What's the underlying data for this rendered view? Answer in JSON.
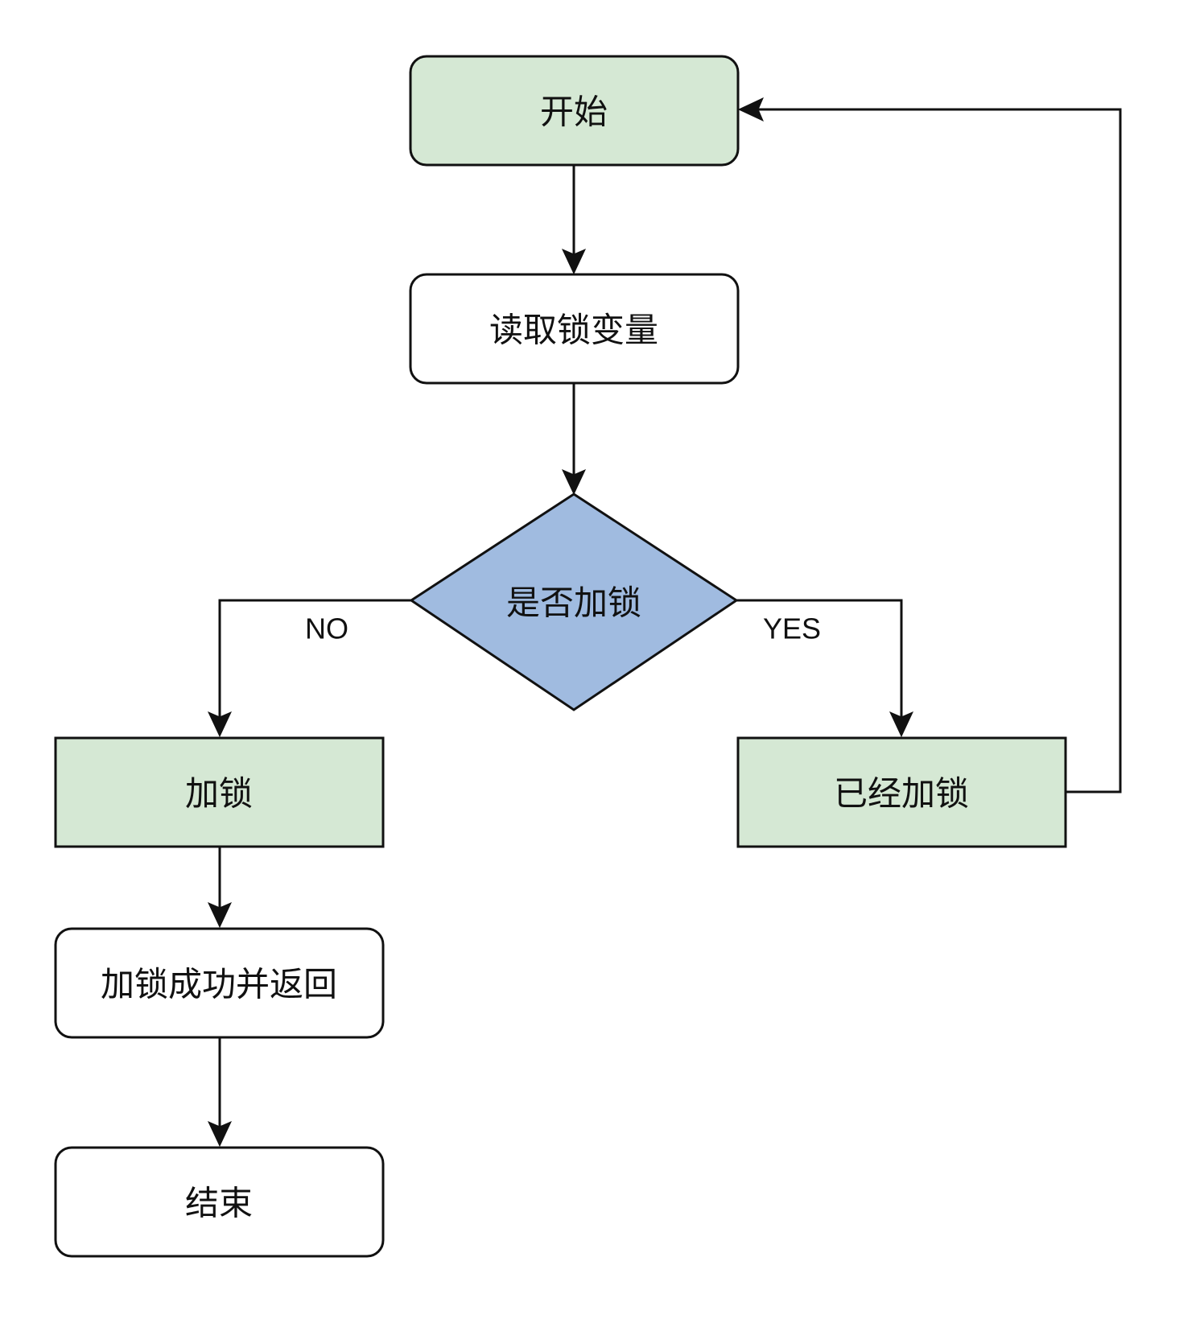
{
  "colors": {
    "green_fill": "#d5e8d4",
    "white_fill": "#ffffff",
    "blue_fill": "#a0bbe0",
    "stroke": "#111111"
  },
  "nodes": {
    "start": {
      "label": "开始",
      "fill": "green"
    },
    "read_lock": {
      "label": "读取锁变量",
      "fill": "white"
    },
    "is_locked": {
      "label": "是否加锁",
      "fill": "blue"
    },
    "lock": {
      "label": "加锁",
      "fill": "green"
    },
    "already_locked": {
      "label": "已经加锁",
      "fill": "green"
    },
    "lock_success": {
      "label": "加锁成功并返回",
      "fill": "white"
    },
    "end": {
      "label": "结束",
      "fill": "white"
    }
  },
  "edges": {
    "no_label": "NO",
    "yes_label": "YES"
  }
}
